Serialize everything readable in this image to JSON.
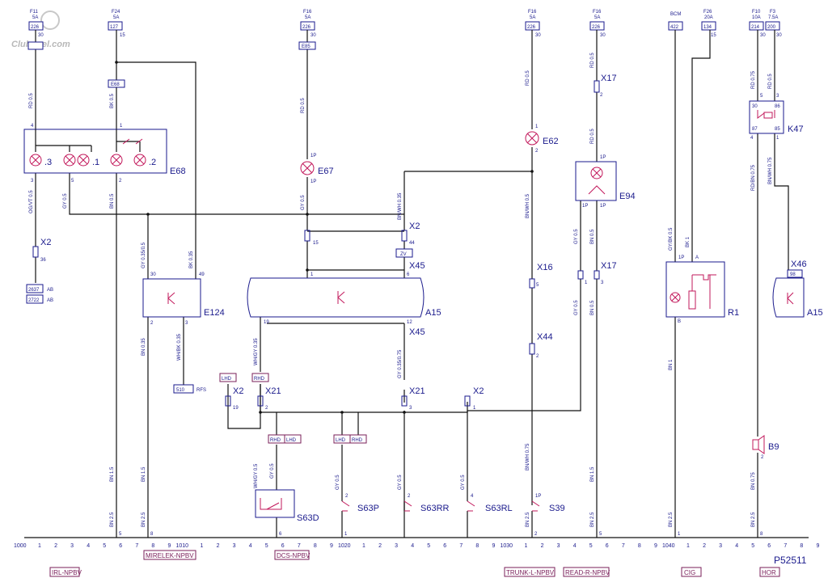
{
  "watermark": "Clubopel.com",
  "page_id": "P52511",
  "fuses": [
    {
      "name": "F11",
      "rating": "5A",
      "wire": "226",
      "pin": "30"
    },
    {
      "name": "F24",
      "rating": "5A",
      "wire": "127",
      "pin": "15"
    },
    {
      "name": "F16",
      "rating": "5A",
      "wire": "226",
      "pin": "30"
    },
    {
      "name": "F16",
      "rating": "5A",
      "wire": "226",
      "pin": "30"
    },
    {
      "name": "F16",
      "rating": "5A",
      "wire": "226",
      "pin": "30"
    },
    {
      "name": "BCM",
      "rating": "",
      "wire": "422",
      "pin": ""
    },
    {
      "name": "F26",
      "rating": "20A",
      "wire": "134",
      "pin": "15"
    },
    {
      "name": "F10",
      "rating": "10A",
      "wire": "214",
      "pin": "30"
    },
    {
      "name": "F3",
      "rating": "7.5A",
      "wire": "200",
      "pin": "30"
    }
  ],
  "connector_tags": [
    "E68",
    "E85",
    "ZV"
  ],
  "wire_labels": [
    "RD 0.5",
    "BK 0.5",
    "RD 0.5",
    "RD 0.5",
    "RD 0.5",
    "RD 0.5",
    "RD 0.75",
    "RD 0.5",
    "OG/VT 0.5",
    "GY 0.5",
    "BN 0.5",
    "GY 0.5",
    "BN/WH 0.35",
    "BN/WH 0.5",
    "GY 0.5",
    "BN 0.5",
    "GY/BK 0.5",
    "BK 1",
    "RD/BN 0.75",
    "BN/WH 0.75",
    "GY 0.35/0.5",
    "BK 0.35",
    "BN 0.35",
    "WH/BK 0.35",
    "WH/GY 0.35",
    "GY 0.35/0.75",
    "BN/WH 0.75",
    "GY 0.5",
    "BN 0.5",
    "BN 1",
    "WH/GY 0.5",
    "GY 0.5",
    "GY 0.5",
    "GY 0.5",
    "GY 0.5",
    "BN 1.5",
    "BN 1.5",
    "BN 2.5",
    "BN 2.5",
    "BN 1.5",
    "BN 2.5",
    "BN 2.5",
    "BN 0.75",
    "BN 2.5",
    "BN 2.5"
  ],
  "components": {
    "e68": "E68",
    "e67": "E67",
    "e62": "E62",
    "e94": "E94",
    "k47": "K47",
    "e124": "E124",
    "a15": "A15",
    "a15b": "A15",
    "r1": "R1",
    "b9": "B9",
    "s63d": "S63D",
    "s63p": "S63P",
    "s63rr": "S63RR",
    "s63rl": "S63RL",
    "s39": "S39"
  },
  "connectors": {
    "x2a": "X2",
    "x17a": "X17",
    "x2b": "X2",
    "x45a": "X45",
    "x45b": "X45",
    "x16": "X16",
    "x17b": "X17",
    "x46": "X46",
    "x44": "X44",
    "x2c": "X2",
    "x21a": "X21",
    "x21b": "X21",
    "x2d": "X2"
  },
  "pins": [
    "4",
    "1",
    "3",
    "5",
    "2",
    ".3",
    ".1",
    ".2",
    "1P",
    "1P",
    "1",
    "2",
    "2",
    "1P",
    "1P",
    "1P",
    "5",
    "3",
    "30",
    "86",
    "87",
    "85",
    "4",
    "1",
    "36",
    "15",
    "44",
    "1",
    "6",
    "1",
    "3",
    "5",
    "98",
    "1P",
    "A",
    "B",
    "3",
    "1",
    "2",
    "4",
    "30",
    "49",
    "2",
    "3",
    "19",
    "12",
    "19",
    "2",
    "2",
    "2",
    "2",
    "1P",
    "1",
    "2"
  ],
  "conn_tags": [
    "LHD",
    "RHD",
    "RHD",
    "LHD",
    "LHD",
    "RHD"
  ],
  "splice_tags": {
    "t1": "2637",
    "t1v": "AB",
    "t2": "2722",
    "t2v": "AB",
    "rfs": "510",
    "rfsv": "RFS"
  },
  "ruler": {
    "numbers": [
      "1000",
      "1",
      "2",
      "3",
      "4",
      "5",
      "6",
      "7",
      "8",
      "9",
      "1010",
      "1",
      "2",
      "3",
      "4",
      "5",
      "6",
      "7",
      "8",
      "9",
      "1020",
      "1",
      "2",
      "3",
      "4",
      "5",
      "6",
      "7",
      "8",
      "9",
      "1030",
      "1",
      "2",
      "3",
      "4",
      "5",
      "6",
      "7",
      "8",
      "9",
      "1040",
      "1",
      "2",
      "3",
      "4",
      "5",
      "6",
      "7",
      "8",
      "9"
    ],
    "ground_pins": [
      "5",
      "8",
      "6",
      "1",
      "2",
      "5",
      "1",
      "8"
    ]
  },
  "page_refs": [
    "IRL-NPBV",
    "MIRELEK-NPBV",
    "DCS-NPBV",
    "TRUNK-L-NPBV",
    "READ-R-NPBV",
    "CIG",
    "HOR"
  ]
}
